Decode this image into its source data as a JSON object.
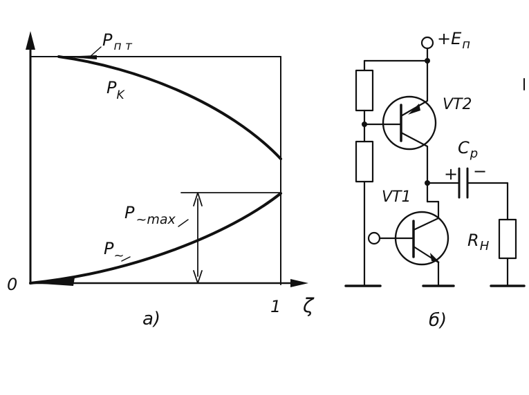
{
  "graph": {
    "label_p_pt": "P",
    "label_p_pt_sub": "п т",
    "label_p_k": "P",
    "label_p_k_sub": "K",
    "label_p_max": "P",
    "label_p_max_sub": "~max",
    "label_p_ac": "P",
    "label_p_ac_sub": "~",
    "origin_label": "0",
    "tick_one_label": "1",
    "x_axis_label": "ζ",
    "caption": "а)"
  },
  "circuit": {
    "supply_label": "+E",
    "supply_sub": "п",
    "vt2_label": "VT2",
    "vt1_label": "VT1",
    "cap_label": "C",
    "cap_sub": "p",
    "cap_plus": "+",
    "cap_minus": "−",
    "load_label": "R",
    "load_sub": "H",
    "caption": "б)"
  },
  "colors": {
    "ink": "#111111",
    "paper": "#ffffff"
  }
}
